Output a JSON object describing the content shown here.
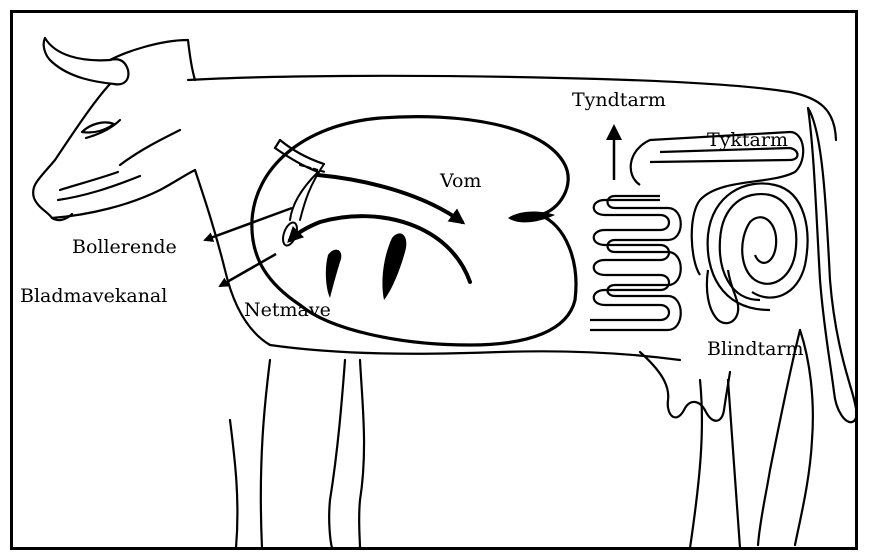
{
  "labels": {
    "tyndtarm": "Tyndtarm",
    "tyktarm": "Tyktarm",
    "vom": "Vom",
    "bollerende": "Bollerende",
    "bladmavekanal": "Bladmavekanal",
    "netmave": "Netmave",
    "blindtarm": "Blindtarm"
  },
  "colors": {
    "ink": "#000000",
    "background": "#ffffff"
  }
}
